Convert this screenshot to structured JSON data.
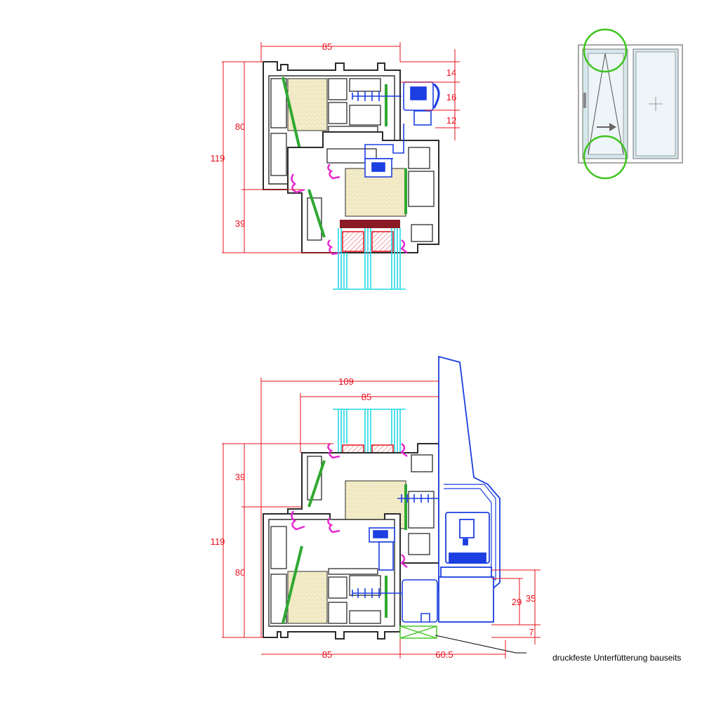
{
  "colors": {
    "dimension": "#e8101e",
    "profile": "#2b2b2b",
    "insulation": "#f3ecc9",
    "reinforcement": "#2fa832",
    "gasket": "#e629d1",
    "hardware": "#1b3fe0",
    "glass": "#22d8e6",
    "spacer": "#8b1a24",
    "highlight": "#3ec41c",
    "glass_pane": "#d5e8ee"
  },
  "top_section": {
    "dims": {
      "width_85": "85",
      "d14": "14",
      "d16": "16",
      "d12": "12",
      "h80": "80",
      "h119": "119",
      "h39": "39"
    }
  },
  "bottom_section": {
    "dims": {
      "width_109": "109",
      "width_85_top": "85",
      "h39": "39",
      "h119": "119",
      "h80": "80",
      "width_85_bottom": "85",
      "d60_5": "60.5",
      "d29": "29",
      "d35": "35",
      "d7": "7"
    },
    "note": "druckfeste Unterfütterung bauseits"
  },
  "icons": {
    "window_elevation": "tilt-turn-window-icon",
    "handle": "window-handle-icon",
    "fixed_pane": "fixed-pane-cross-icon",
    "tilt_arrow": "tilt-direction-arrow-icon"
  }
}
